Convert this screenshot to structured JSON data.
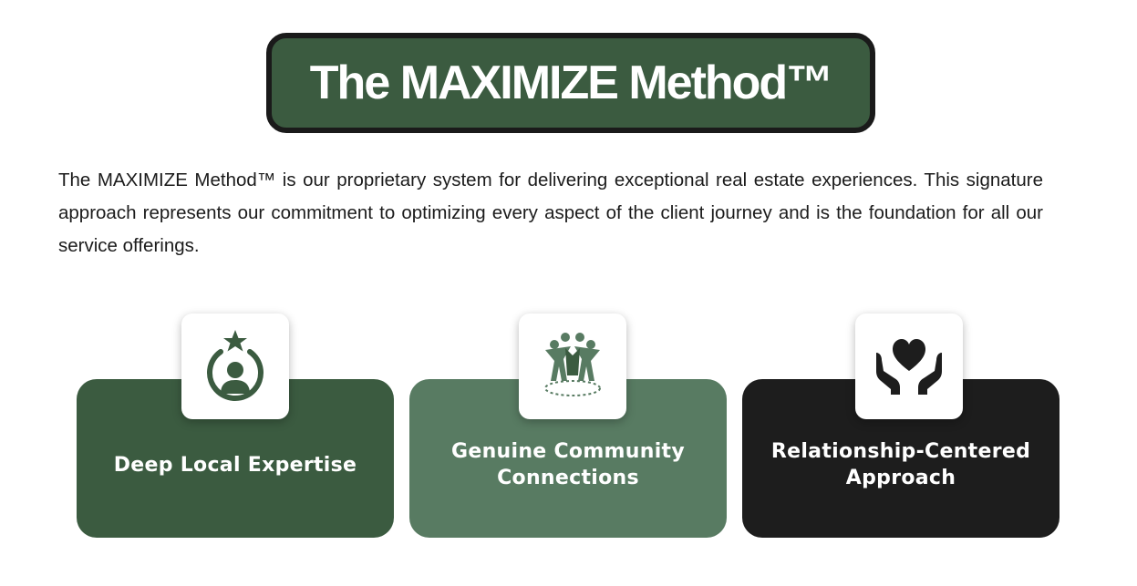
{
  "header": {
    "title": "The MAXIMIZE Method™"
  },
  "intro": {
    "text": "The MAXIMIZE Method™ is our proprietary system for delivering exceptional real estate experiences. This signature approach represents our commitment to optimizing every aspect of the client journey and is the foundation for all our service offerings."
  },
  "cards": [
    {
      "label": "Deep Local Expertise",
      "icon": "local-expert-icon",
      "color": "#3b5b40"
    },
    {
      "label": "Genuine Community\nConnections",
      "icon": "community-icon",
      "color": "#587b62"
    },
    {
      "label": "Relationship-Centered\nApproach",
      "icon": "heart-hands-icon",
      "color": "#1d1d1d"
    }
  ],
  "colors": {
    "primary_green": "#3b5b40",
    "secondary_green": "#587b62",
    "dark": "#1d1d1d",
    "banner_border": "#1a1a1a"
  }
}
